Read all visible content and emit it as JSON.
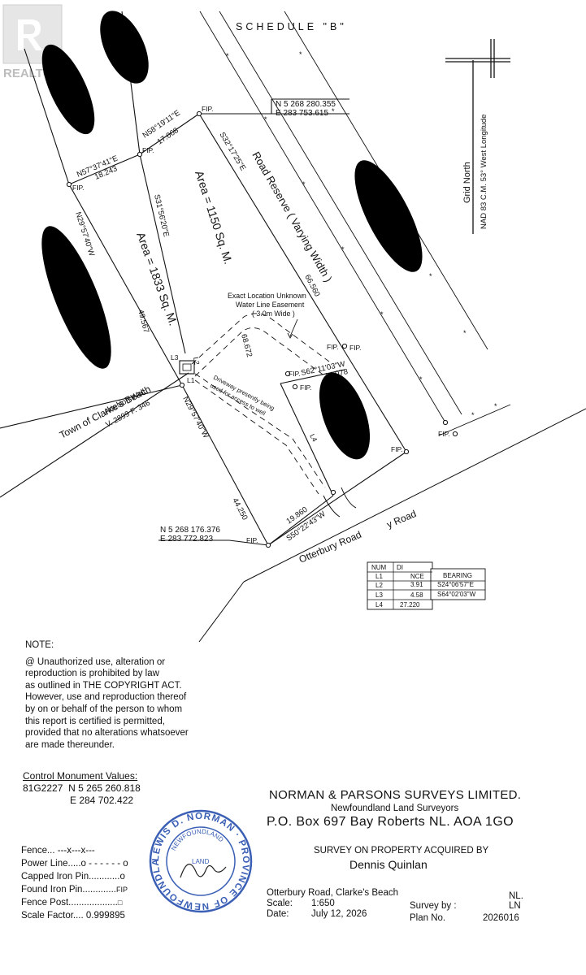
{
  "watermark": {
    "text": "REALTOR"
  },
  "schedule": "SCHEDULE \"B\"",
  "north": {
    "label": "Grid North",
    "datum": "NAD 83 C.M. 53° West Longitude"
  },
  "coords": {
    "top": {
      "n": "N 5 268 280.355",
      "e": "E  283 753.615"
    },
    "bottom": {
      "n": "N 5 268 176.376",
      "e": "E  283 772.823"
    }
  },
  "map": {
    "fip": "FIP.",
    "bearings": {
      "b1": "N57°37'41\"E",
      "b1d": "18.243",
      "b2": "N58°19'11\"E",
      "b2d": "17.068",
      "b3": "N29°57'40\"W",
      "b3d": "49.567",
      "b4": "S31°56'20\"E",
      "b4d": "68.672",
      "b5": "S32°17'25\"E",
      "b5d": "66.560",
      "b6": "N29°57'40\"W",
      "b6d": "44.250",
      "b7": "S62°11'03\"W",
      "b7d": "14.078",
      "b8": "S50°22'43\"W",
      "b8d": "19.860"
    },
    "area1": "Area = 1833 Sq. M.",
    "area2": "Area = 1150 Sq. M.",
    "road_reserve": "Road Reserve ( Varying Width )",
    "easement": [
      "Exact Location Unknown",
      "Water Line Easement",
      "( 3.0m Wide )"
    ],
    "driveway": [
      "Driveway presently being",
      "used for access to well"
    ],
    "town": "Town of Clarke's Beach",
    "well": [
      "Artesion Well",
      "V. 2899 F. 346"
    ],
    "road": "Otterbury Road",
    "road2": "y Road",
    "l1": "L1",
    "l2": "L2",
    "l3": "L3",
    "l4": "L4"
  },
  "table": {
    "headers": [
      "NUM",
      "DI",
      "NCE",
      "BEARING"
    ],
    "rows": [
      {
        "num": "L1",
        "dist": "",
        "bearing": ""
      },
      {
        "num": "L2",
        "dist": "3.91",
        "bearing": "S24°06'57\"E"
      },
      {
        "num": "L3",
        "dist": "4.58",
        "bearing": "S64°02'03\"W"
      },
      {
        "num": "L4",
        "dist": "27.220",
        "bearing": ""
      }
    ]
  },
  "note": {
    "title": "NOTE:",
    "lines": [
      "@ Unauthorized use, alteration or",
      "reproduction is prohibited by law",
      "as outlined in THE COPYRIGHT ACT.",
      "However, use and reproduction thereof",
      "by on or behalf of the person to whom",
      "this report is certified is permitted,",
      "provided that no alterations whatsoever",
      "are made thereunder."
    ]
  },
  "control": {
    "title": "Control Monument Values:",
    "id": "81G2227",
    "n": "N  5 265 260.818",
    "e": "E    284 702.422"
  },
  "legend": [
    {
      "label": "Fence...",
      "symbol": "---x---x---"
    },
    {
      "label": "Power Line.....",
      "symbol": "o - - - - - - o"
    },
    {
      "label": "Capped Iron Pin............",
      "symbol": "o"
    },
    {
      "label": "Found Iron Pin.............",
      "symbol": "FIP"
    },
    {
      "label": "Fence Post...................",
      "symbol": "□"
    },
    {
      "label": "Scale Factor....",
      "symbol": "0.999895"
    }
  ],
  "seal": {
    "outer": "LEWIS D. NORMAN · PROVINCE OF NEWFOUNDLAND ·",
    "inner": "NEWFOUNDLAND",
    "mid": "LAND"
  },
  "firm": {
    "name": "NORMAN & PARSONS SURVEYS LIMITED.",
    "sub": "Newfoundland Land Surveyors",
    "address": "P.O. Box 697 Bay Roberts NL. AOA 1GO",
    "survey_title": "SURVEY ON PROPERTY ACQUIRED BY",
    "owner": "Dennis Quinlan"
  },
  "info": {
    "location": "Otterbury Road, Clarke's Beach",
    "province": "NL.",
    "scale_label": "Scale:",
    "scale": "1:650",
    "surveyby_label": "Survey by :",
    "surveyby": "LN",
    "date_label": "Date:",
    "date": "July 12, 2026",
    "plan_label": "Plan No.",
    "plan": "2026016"
  }
}
